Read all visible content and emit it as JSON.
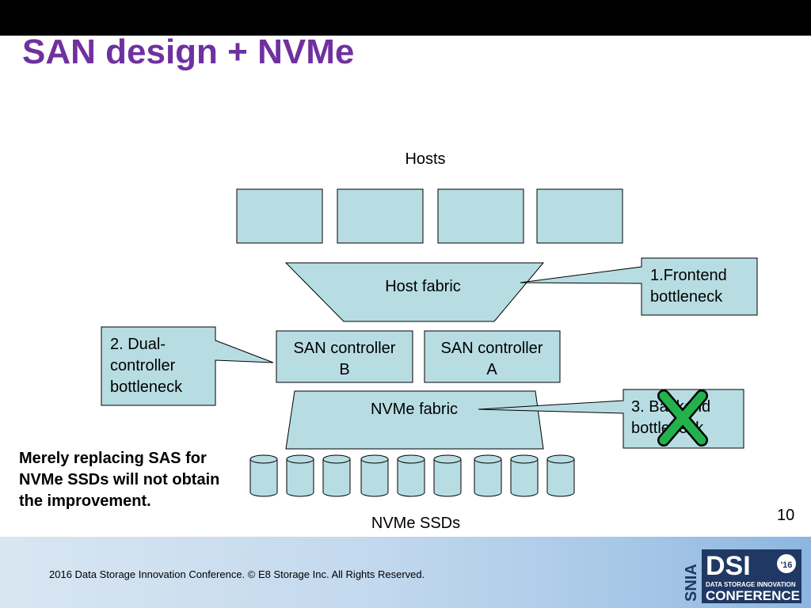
{
  "slide": {
    "title": "SAN design + NVMe",
    "page_number": "10",
    "note": "Merely replacing SAS for NVMe SSDs will not obtain the improvement."
  },
  "diagram": {
    "hosts_label": "Hosts",
    "host_fabric_label": "Host fabric",
    "controller_b": [
      "SAN controller",
      "B"
    ],
    "controller_a": [
      "SAN controller",
      "A"
    ],
    "nvme_fabric_label": "NVMe fabric",
    "ssds_label": "NVMe SSDs",
    "callout_frontend": [
      "1.Frontend",
      "bottleneck"
    ],
    "callout_dual": [
      "2. Dual-",
      "controller",
      "bottleneck"
    ],
    "callout_backend": [
      "3. Backend",
      "bottleneck"
    ],
    "fill_color": "#B7DDE3",
    "cross_color": "#22B14C"
  },
  "footer": {
    "copyright": "2016 Data Storage Innovation Conference. © E8 Storage Inc.  All Rights Reserved.",
    "logo": {
      "vertical": "SNIA",
      "main": "DSI",
      "year": "'16",
      "line1": "DATA STORAGE INNOVATION",
      "line2": "CONFERENCE"
    }
  }
}
